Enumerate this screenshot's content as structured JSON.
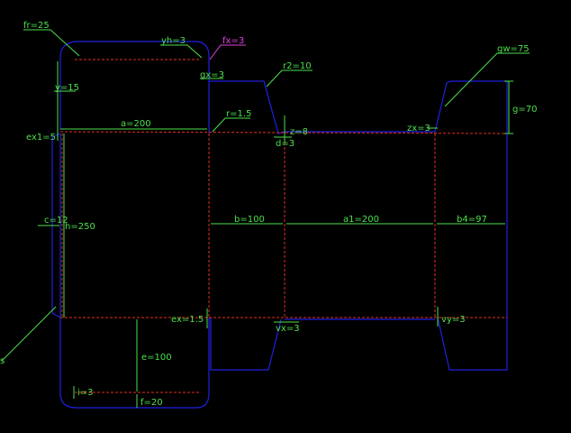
{
  "colors": {
    "background": "#000000",
    "outline": "#2020e0",
    "fold": "#e03020",
    "dimension": "#4be04b",
    "highlight": "#e040e0"
  },
  "labels": {
    "fr": "fr=25",
    "yh": "yh=3",
    "fx": "fx=3",
    "gx": "gx=3",
    "r2": "r2=10",
    "gw": "gw=75",
    "y": "y=15",
    "r": "r=1.5",
    "a": "a=200",
    "ex1": "ex1=5",
    "z": "z=8",
    "d": "d=3",
    "zx": "zx=3",
    "g": "g=70",
    "c": "c=12",
    "h": "h=250",
    "b": "b=100",
    "a1": "a1=200",
    "b4": "b4=97",
    "ex": "ex=1.5",
    "vx": "vx=3",
    "vy": "vy=3",
    "e": "e=100",
    "i": "i=3",
    "f": "f=20",
    "s": "s"
  }
}
